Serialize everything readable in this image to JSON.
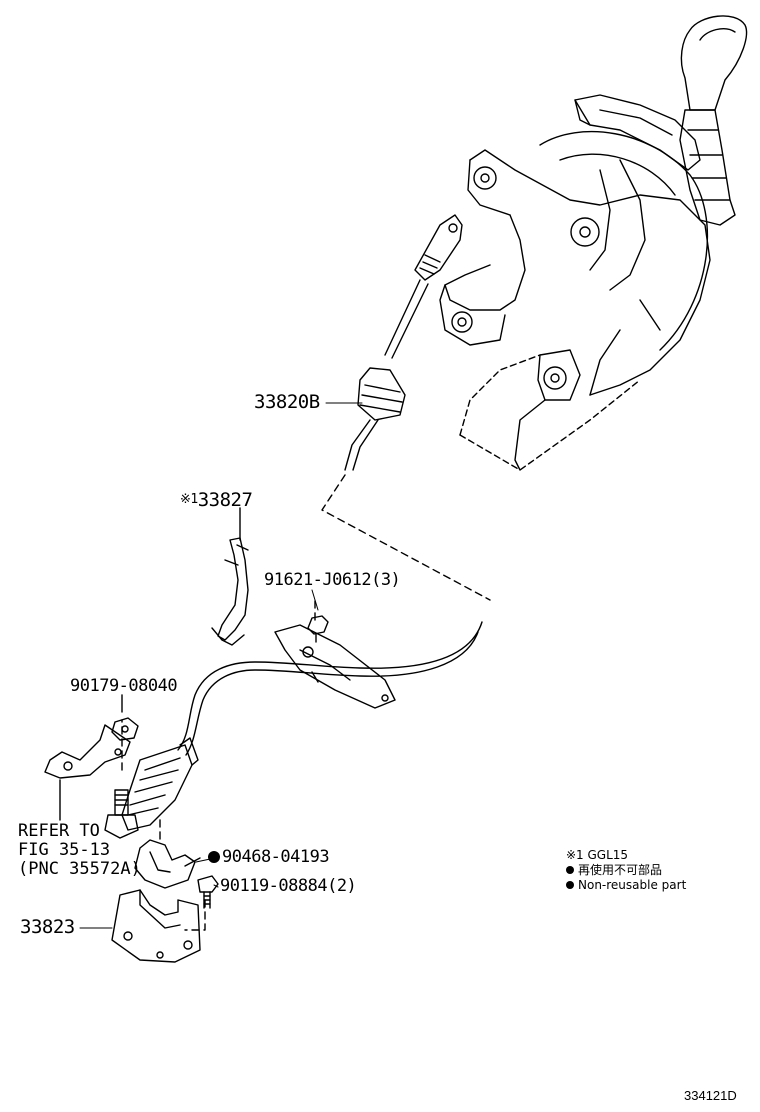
{
  "labels": {
    "cable_assy": "33820B",
    "clip_mark": "※1",
    "clip": "33827",
    "bolt_cable": "91621-J0612(3)",
    "nut": "90179-08040",
    "clip_retainer": "90468-04193",
    "bolt_bracket": "90119-08884(2)",
    "bracket": "33823",
    "refer_line1": "REFER TO",
    "refer_line2": "FIG 35-13",
    "refer_line3": "(PNC 35572A)"
  },
  "notes": {
    "line1": "※1 GGL15",
    "line2": "再使用不可部品",
    "line3": "Non-reusable part"
  },
  "footer": {
    "code": "334121D"
  }
}
